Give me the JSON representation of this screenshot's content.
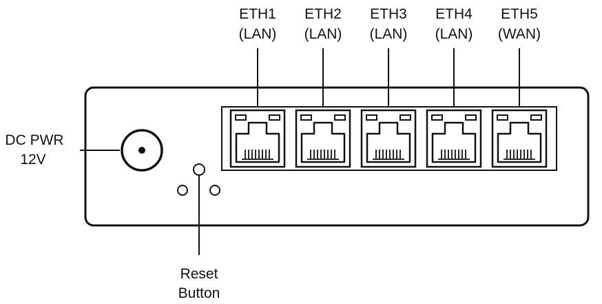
{
  "ports": [
    {
      "name": "ETH1",
      "role": "(LAN)"
    },
    {
      "name": "ETH2",
      "role": "(LAN)"
    },
    {
      "name": "ETH3",
      "role": "(LAN)"
    },
    {
      "name": "ETH4",
      "role": "(LAN)"
    },
    {
      "name": "ETH5",
      "role": "(WAN)"
    }
  ],
  "dc_power": {
    "line1": "DC PWR",
    "line2": "12V"
  },
  "reset": {
    "line1": "Reset",
    "line2": "Button"
  },
  "colors": {
    "stroke": "#111111",
    "background": "#ffffff"
  }
}
